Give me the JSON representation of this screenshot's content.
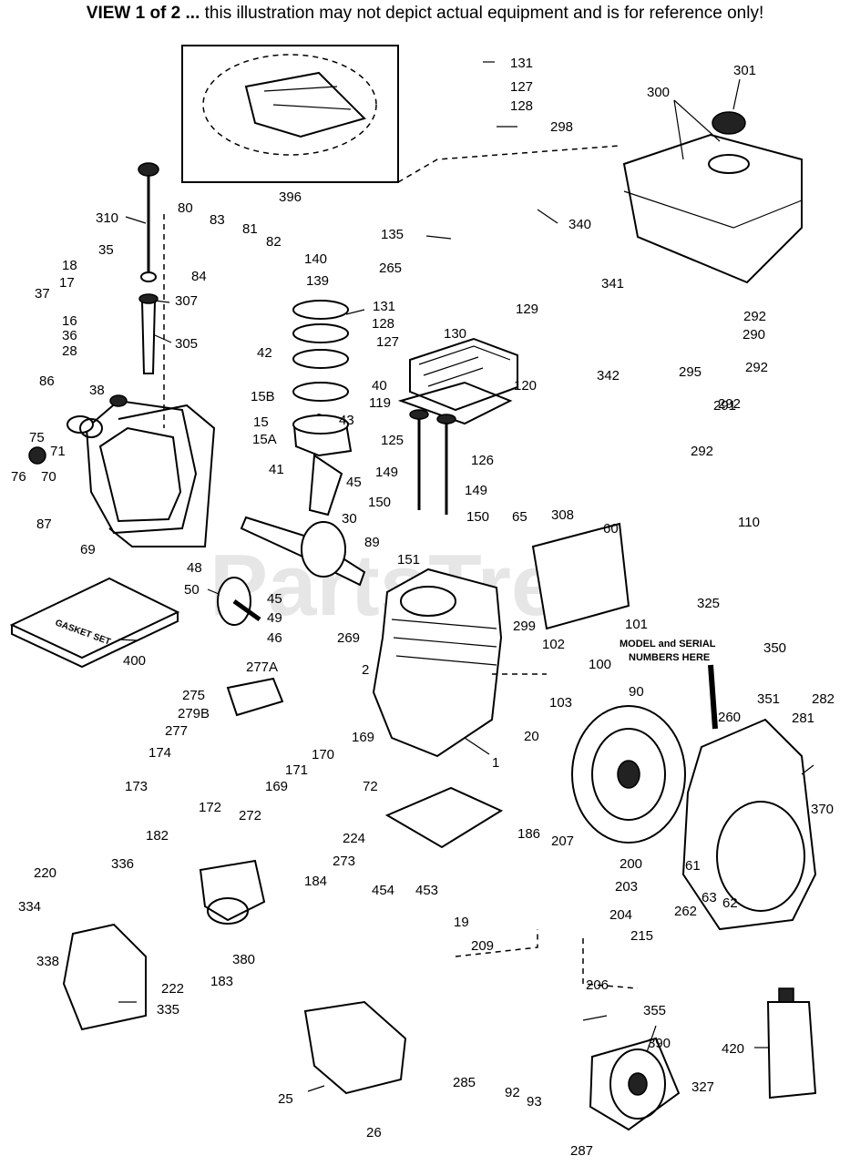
{
  "header": {
    "bold_text": "VIEW 1 of 2 ...",
    "text": " this illustration may not depict actual equipment and is for reference only!"
  },
  "watermark": "PartsTree",
  "note": {
    "line1": "MODEL and SERIAL",
    "line2": "NUMBERS HERE"
  },
  "gasket_set": "GASKET SET",
  "callouts": [
    "1",
    "2",
    "15",
    "15A",
    "15B",
    "16",
    "17",
    "18",
    "19",
    "20",
    "25",
    "26",
    "28",
    "30",
    "35",
    "36",
    "37",
    "38",
    "40",
    "41",
    "42",
    "43",
    "45",
    "46",
    "48",
    "49",
    "50",
    "60",
    "61",
    "62",
    "63",
    "65",
    "69",
    "70",
    "71",
    "72",
    "75",
    "76",
    "80",
    "81",
    "82",
    "83",
    "84",
    "86",
    "87",
    "89",
    "90",
    "92",
    "93",
    "100",
    "101",
    "102",
    "103",
    "110",
    "119",
    "120",
    "125",
    "126",
    "127",
    "128",
    "129",
    "130",
    "131",
    "135",
    "139",
    "140",
    "149",
    "150",
    "151",
    "169",
    "170",
    "171",
    "172",
    "173",
    "174",
    "182",
    "183",
    "184",
    "186",
    "200",
    "203",
    "204",
    "206",
    "207",
    "209",
    "215",
    "220",
    "222",
    "224",
    "260",
    "262",
    "265",
    "269",
    "272",
    "273",
    "275",
    "277",
    "277A",
    "279B",
    "281",
    "282",
    "285",
    "287",
    "290",
    "291",
    "292",
    "295",
    "298",
    "299",
    "300",
    "301",
    "305",
    "307",
    "308",
    "310",
    "325",
    "327",
    "334",
    "335",
    "336",
    "338",
    "340",
    "341",
    "342",
    "350",
    "351",
    "355",
    "370",
    "380",
    "390",
    "396",
    "400",
    "420",
    "453",
    "454"
  ]
}
